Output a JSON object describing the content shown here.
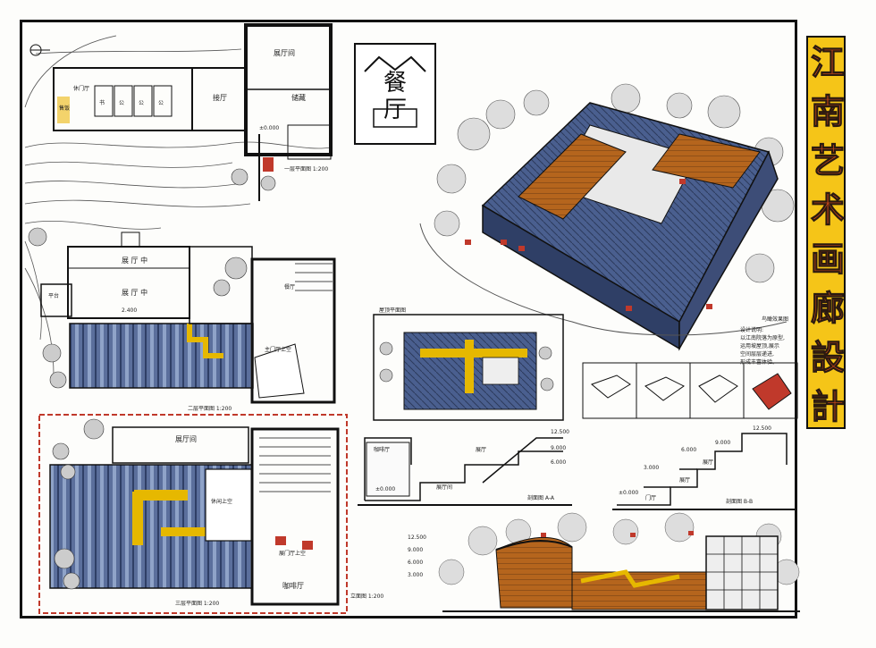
{
  "title": {
    "chars": [
      "江",
      "南",
      "艺",
      "术",
      "画",
      "廊",
      "設",
      "計"
    ]
  },
  "logo": {
    "text": "餐\n厅"
  },
  "plan1": {
    "rooms": [
      "展厅间",
      "休门厅",
      "售饭",
      "书",
      "公",
      "公",
      "公",
      "接厅",
      "储藏"
    ],
    "elev": "±0.000",
    "caption": "一层平面图 1:200"
  },
  "plan2": {
    "rooms": [
      "展 厅 中",
      "展 厅 中",
      "平台",
      "主门厅上空",
      "餐厅"
    ],
    "elev": "2.400",
    "caption": "二层平面图 1:200"
  },
  "plan3": {
    "rooms": [
      "展厅间",
      "休闲上空",
      "展门厅上空",
      "咖啡厅"
    ],
    "caption": "三层平面图 1:200"
  },
  "roof_plan": {
    "caption": "屋顶平面图"
  },
  "section_a": {
    "levels": [
      "12.500",
      "9.000",
      "6.000",
      "±0.000"
    ],
    "rooms": [
      "咖啡厅",
      "展厅",
      "展厅间"
    ],
    "caption": "剖面图 A-A"
  },
  "section_b": {
    "levels": [
      "12.500",
      "9.000",
      "6.000",
      "3.000",
      "±0.000"
    ],
    "rooms": [
      "展厅",
      "展厅",
      "门厅"
    ],
    "caption": "剖面图 B-B"
  },
  "elevation": {
    "levels": [
      "12.500",
      "9.000",
      "6.000",
      "3.000"
    ],
    "caption": "立面图 1:200"
  },
  "aerial": {
    "caption": "鸟瞰效果图"
  },
  "notes": {
    "lines": [
      "设计说明:",
      "以江南院落为原型,",
      "运用坡屋顶,展示",
      "空间层层递进,",
      "形成丰富体验。"
    ]
  },
  "colors": {
    "accent": "#f5c518",
    "title_text": "#d24b1a",
    "roof_blue": "#4a5f8f",
    "wood": "#a0522d",
    "marker_red": "#c0392b"
  }
}
